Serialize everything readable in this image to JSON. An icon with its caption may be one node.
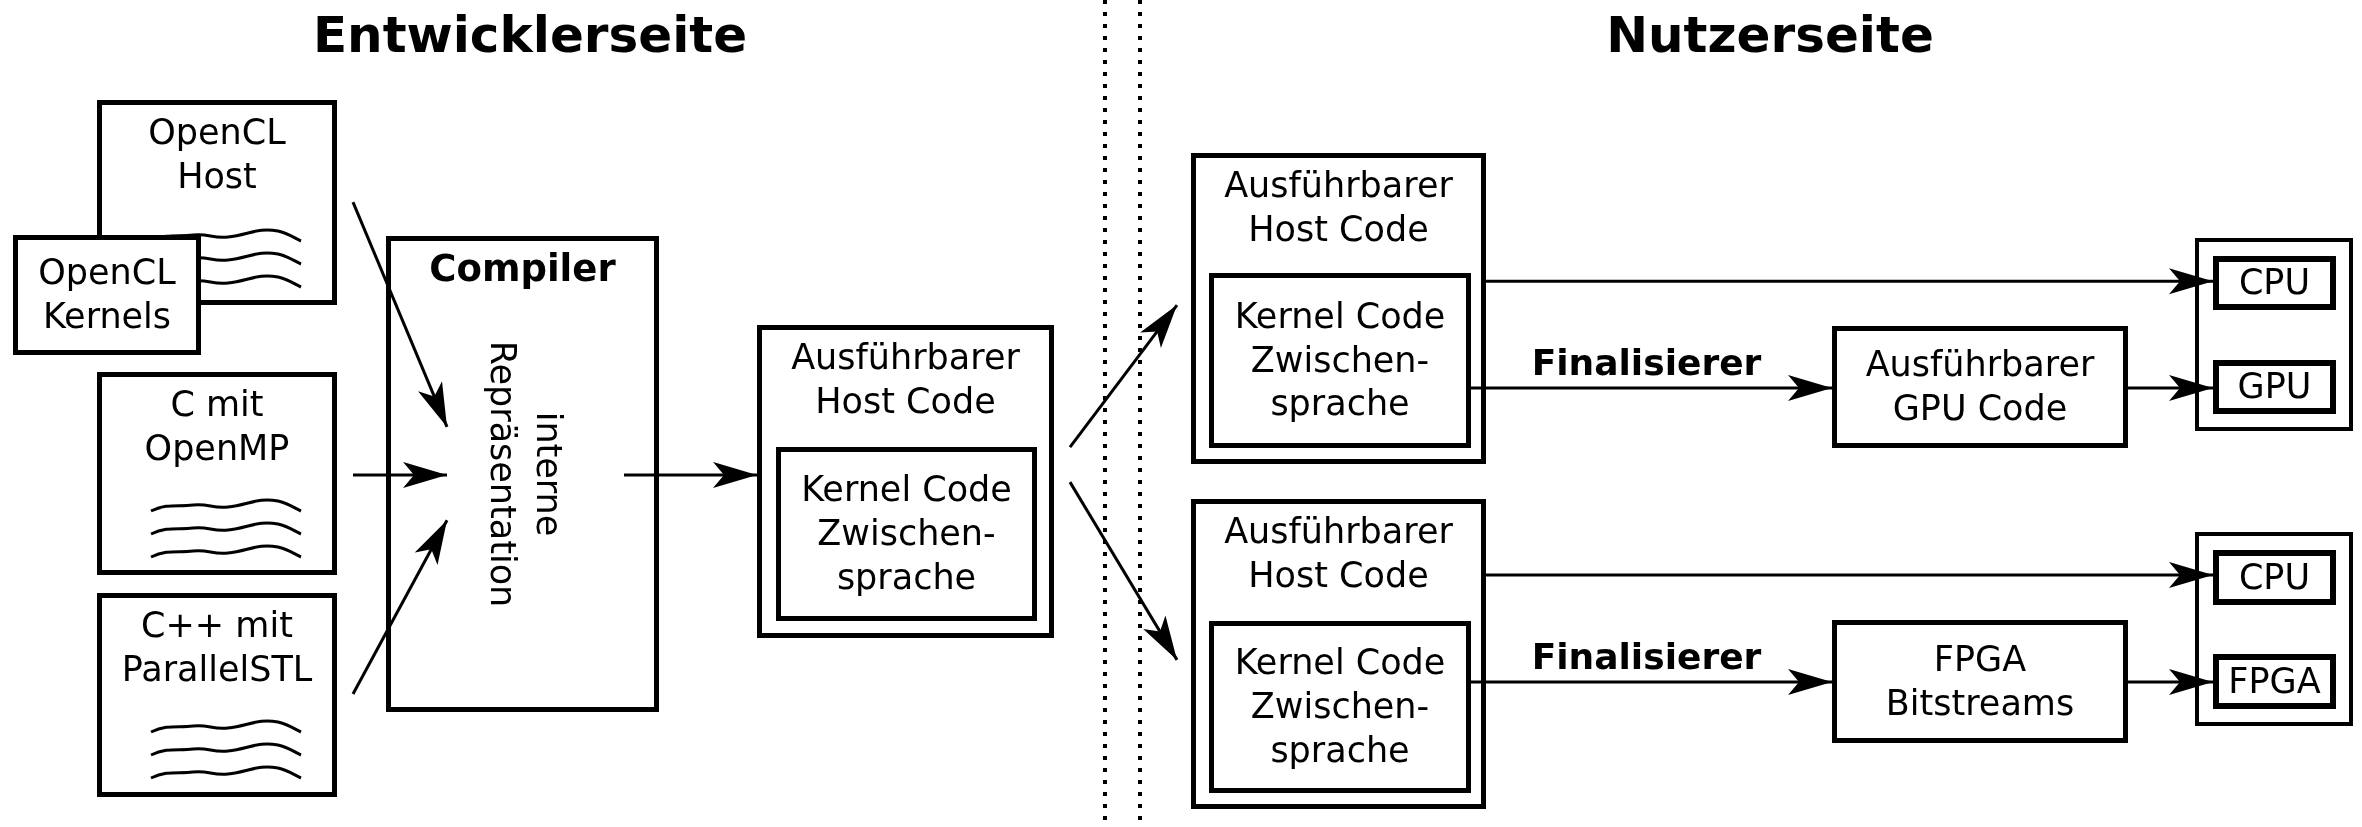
{
  "diagram": {
    "nodes": [
      {
        "text": [
          "OpenCL Host"
        ]
      },
      {
        "text": [
          "OpenCL Kernels"
        ]
      },
      {
        "text": [
          "C mit OpenMP"
        ]
      },
      {
        "text": [
          "C++ mit ParallelSTL"
        ]
      },
      {
        "text": [
          "Compiler",
          "interne Repräsentation"
        ]
      },
      {
        "text": [
          "Ausführbarer Host Code"
        ]
      },
      {
        "text": [
          "Kernel Code Zwischen- sprache"
        ],
        "in": 5
      },
      {
        "text": [
          "Ausführbarer Host Code"
        ]
      },
      {
        "text": [
          "Kernel Code Zwischen- sprache"
        ],
        "in": 7
      },
      {
        "text": [
          "Ausführbarer GPU Code"
        ]
      },
      {
        "text": [],
        "shape": "box"
      },
      {
        "text": [
          "CPU"
        ],
        "in": 10
      },
      {
        "text": [
          "GPU"
        ],
        "in": 10
      },
      {
        "text": [
          "Ausführbarer Host Code"
        ]
      },
      {
        "text": [
          "Kernel Code Zwischen- sprache"
        ],
        "in": 13
      },
      {
        "text": [
          "FPGA Bitstreams"
        ]
      },
      {
        "text": [],
        "shape": "box"
      },
      {
        "text": [
          "CPU"
        ],
        "in": 16
      },
      {
        "text": [
          "FPGA"
        ],
        "in": 16
      }
    ],
    "edges": [
      {
        "from": 0,
        "to": 4,
        "arrow": "to"
      },
      {
        "from": 2,
        "to": 4,
        "arrow": "to"
      },
      {
        "from": 3,
        "to": 4,
        "arrow": "to"
      },
      {
        "from": 4,
        "to": 5,
        "arrow": "to"
      },
      {
        "from": 5,
        "to": 7,
        "arrow": "to"
      },
      {
        "from": 5,
        "to": 13,
        "arrow": "to"
      },
      {
        "from": 7,
        "to": 11,
        "arrow": "to"
      },
      {
        "from": 8,
        "to": 9,
        "arrow": "to",
        "label": "Finalisierer"
      },
      {
        "from": 9,
        "to": 12,
        "arrow": "to"
      },
      {
        "from": 13,
        "to": 17,
        "arrow": "to"
      },
      {
        "from": 14,
        "to": 15,
        "arrow": "to",
        "label": "Finalisierer"
      },
      {
        "from": 15,
        "to": 18,
        "arrow": "to"
      }
    ],
    "labels": [
      "Entwicklerseite",
      "Nutzerseite"
    ]
  }
}
